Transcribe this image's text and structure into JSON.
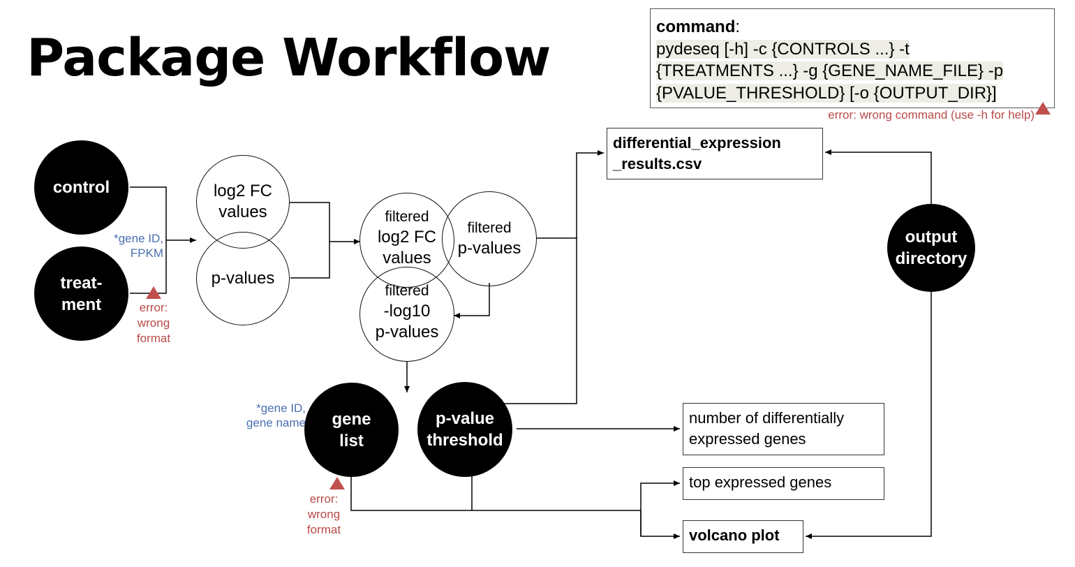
{
  "title": "Package Workflow",
  "command": {
    "label": "command",
    "colon": ":",
    "lines": [
      "pydeseq [-h] -c {CONTROLS ...} -t",
      "{TREATMENTS ...} -g {GENE_NAME_FILE} -p",
      "{PVALUE_THRESHOLD}  [-o {OUTPUT_DIR}]"
    ],
    "error": "error: wrong command (use -h for help)"
  },
  "nodes": {
    "control": "control",
    "treatment_line1": "treat-",
    "treatment_line2": "ment",
    "log2fc_line1": "log2 FC",
    "log2fc_line2": "values",
    "pvalues": "p-values",
    "filtered_log2fc_line1": "filtered",
    "filtered_log2fc_line2": "log2 FC",
    "filtered_log2fc_line3": "values",
    "filtered_pvalues_line1": "filtered",
    "filtered_pvalues_line2": "p-values",
    "filtered_neglog_line1": "filtered",
    "filtered_neglog_line2": "-log10",
    "filtered_neglog_line3": "p-values",
    "gene_list_line1": "gene",
    "gene_list_line2": "list",
    "pvalue_threshold_line1": "p-value",
    "pvalue_threshold_line2": "threshold",
    "output_dir_line1": "output",
    "output_dir_line2": "directory"
  },
  "outputs": {
    "csv_line1": "differential_expression",
    "csv_line2": "_results.csv",
    "num_genes_line1": "number of differentially",
    "num_genes_line2": "expressed genes",
    "top_genes": "top expressed genes",
    "volcano": "volcano plot"
  },
  "notes": {
    "input_format_line1": "*gene ID,",
    "input_format_line2": "FPKM",
    "gene_format_line1": "*gene ID,",
    "gene_format_line2": "gene name",
    "error_line1": "error:",
    "error_line2": "wrong",
    "error_line3": "format"
  },
  "colors": {
    "error": "#b94a48",
    "error_triangle": "#c0504d",
    "note": "#4a6fb0",
    "node_fill": "#000000"
  }
}
